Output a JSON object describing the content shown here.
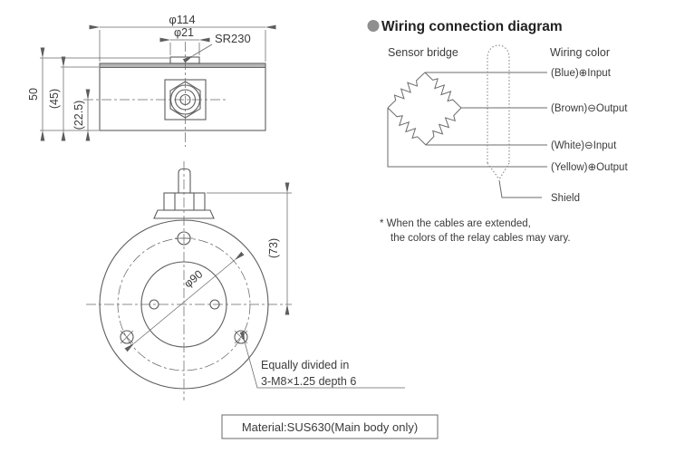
{
  "side_view": {
    "dim_diameter_body": "φ114",
    "dim_diameter_button": "φ21",
    "dim_spherical_radius": "SR230",
    "dim_height_total": "50",
    "dim_height_body": "(45)",
    "dim_height_center": "(22.5)"
  },
  "plan_view": {
    "dim_bolt_circle": "φ90",
    "dim_gland_to_center": "(73)",
    "hole_note_line1": "Equally divided in",
    "hole_note_line2": "3-M8×1.25 depth 6"
  },
  "material_label": "Material:SUS630(Main body only)",
  "wiring": {
    "title": "Wiring connection diagram",
    "left_label": "Sensor bridge",
    "right_label": "Wiring color",
    "wires": [
      "(Blue)⊕Input",
      "(Brown)⊖Output",
      "(White)⊖Input",
      "(Yellow)⊕Output"
    ],
    "shield": "Shield",
    "note_line1": "* When the cables are extended,",
    "note_line2": "the colors of the relay cables may vary."
  },
  "colors": {
    "line": "#5d5d5d",
    "text": "#3b3b3b",
    "bullet": "#8f8f8f",
    "plate_fill": "#b5b5b5",
    "background": "#ffffff"
  }
}
